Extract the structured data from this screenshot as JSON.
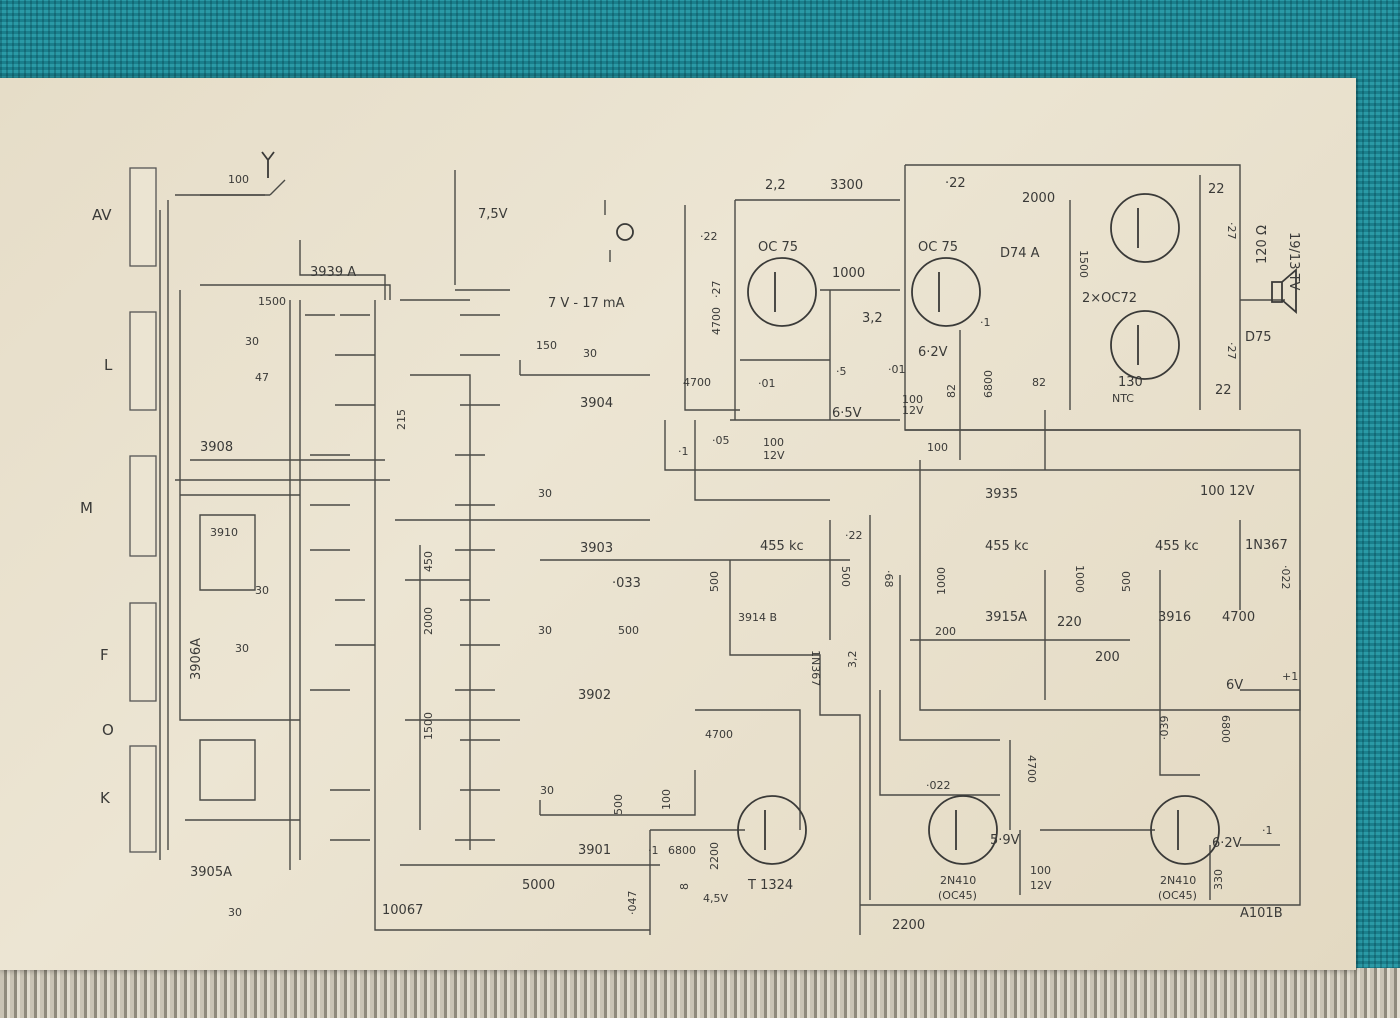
{
  "bands": [
    "AV",
    "L",
    "M",
    "F",
    "O",
    "K"
  ],
  "labels": {
    "l_100": "100",
    "l_3939A": "3939 A",
    "l_1500a": "1500",
    "l_30a": "30",
    "l_47": "47",
    "l_3908": "3908",
    "l_3910": "3910",
    "l_30b": "30",
    "l_3906A": "3906A",
    "l_30c": "30",
    "l_3905A": "3905A",
    "l_30d": "30",
    "l_10067": "10067",
    "l_75V": "7,5V",
    "l_7V17mA": "7 V - 17 mA",
    "l_150": "150",
    "l_30e": "30",
    "l_3904": "3904",
    "l_215": "215",
    "l_30f": "30",
    "l_3903": "3903",
    "l_450": "450",
    "l_2000a": "2000",
    "l_1500b": "1500",
    "l_30g": "30",
    "l_500a": "500",
    "l_3902": "3902",
    "l_30h": "30",
    "l_500b": "500",
    "l_100b": "100",
    "l_3901": "3901",
    "l_5000": "5000",
    "l_22a": "2,2",
    "l_3300": "3300",
    "l_oc75a": "OC 75",
    "l_p22a": "·22",
    "l_4700a": "4700",
    "l_p27a": "·27",
    "l_1000a": "1000",
    "l_32a": "3,2",
    "l_p01a": "·01",
    "l_p5": "·5",
    "l_4700b": "4700",
    "l_p1a": "·1",
    "l_p05": "·05",
    "l_100c": "100",
    "l_12Va": "12V",
    "l_65V": "6·5V",
    "l_p22b": "·22",
    "l_2000b": "2000",
    "l_oc75b": "OC 75",
    "l_d74a": "D74 A",
    "l_1500c": "1500",
    "l_2oc72": "2×OC72",
    "l_p1b": "·1",
    "l_62Va": "6·2V",
    "l_p01b": "·01",
    "l_100d": "100",
    "l_12Vb": "12V",
    "l_82a": "82",
    "l_6800a": "6800",
    "l_82b": "82",
    "l_130": "130",
    "l_ntc": "NTC",
    "l_100e": "100",
    "l_3935": "3935",
    "l_100_12V": "100  12V",
    "l_22b": "22",
    "l_p27b": "·27",
    "l_p27c": "·27",
    "l_22c": "22",
    "l_120ohm": "120 Ω",
    "l_1913tv": "19/13 TV",
    "l_d75": "D75",
    "l_455a": "455 kc",
    "l_p22c": "·22",
    "l_p68": "·68",
    "l_p033": "·033",
    "l_500c": "500",
    "l_500d": "500",
    "l_3914B": "3914 B",
    "l_1n367a": "1N367",
    "l_32b": "3,2",
    "l_455b": "455 kc",
    "l_1000b": "1000",
    "l_1000c": "1000",
    "l_3915A": "3915A",
    "l_200a": "200",
    "l_220": "220",
    "l_200b": "200",
    "l_455c": "455 kc",
    "l_1n367b": "1N367",
    "l_500e": "500",
    "l_3916": "3916",
    "l_4700c": "4700",
    "l_p022a": "·022",
    "l_6V": "6V",
    "l_p1c": "+1",
    "l_p039": "·039",
    "l_6800b": "6800",
    "l_4700d": "4700",
    "l_p022b": "·022",
    "l_4700e": "4700",
    "l_59V": "5·9V",
    "l_2n410a": "2N410",
    "l_oc45a": "(OC45)",
    "l_100f": "100",
    "l_12Vc": "12V",
    "l_2200a": "2200",
    "l_t1324": "T 1324",
    "l_p1d": "·1",
    "l_6800c": "6800",
    "l_2200b": "2200",
    "l_p047": "·047",
    "l_8": "8",
    "l_45V": "4,5V",
    "l_2n410b": "2N410",
    "l_oc45b": "(OC45)",
    "l_62Vb": "6·2V",
    "l_p1e": "·1",
    "l_330": "330",
    "l_a101b": "A101B"
  }
}
